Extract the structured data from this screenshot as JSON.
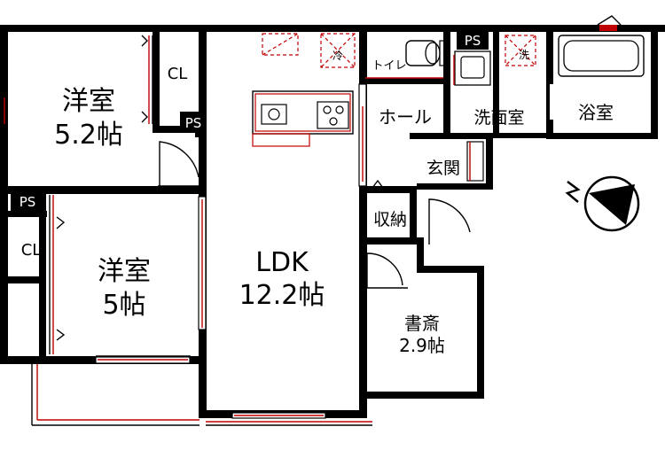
{
  "rooms": {
    "western1": {
      "name": "洋室",
      "size": "5.2帖"
    },
    "western2": {
      "name": "洋室",
      "size": "5帖"
    },
    "ldk": {
      "name": "LDK",
      "size": "12.2帖"
    },
    "study": {
      "name": "書斎",
      "size": "2.9帖"
    },
    "hall": "ホール",
    "washroom": "洗面室",
    "bathroom": "浴室",
    "entrance": "玄関",
    "storage": "収納",
    "toilet": "トイレ"
  },
  "labels": {
    "closet1": "CL",
    "closet2": "CL",
    "ps1": "PS",
    "ps2": "PS",
    "ps3": "PS",
    "fridge": "冷",
    "washer": "洗"
  },
  "compass": {
    "direction": "N"
  },
  "colors": {
    "wall": "#000000",
    "accent": "#c00000"
  }
}
